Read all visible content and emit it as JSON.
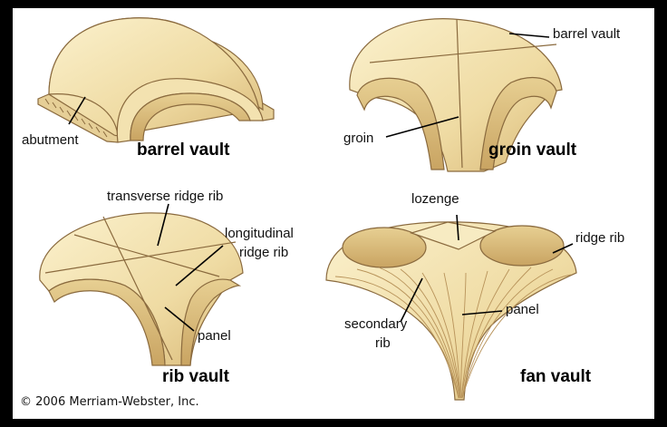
{
  "colors": {
    "frame": "#000000",
    "background": "#ffffff",
    "stone_light": "#f8ecc4",
    "stone_mid": "#ead59a",
    "stone_shadow": "#d2b070",
    "stone_outline": "#8a6a3e"
  },
  "barrel": {
    "title": "barrel vault",
    "labels": {
      "abutment": "abutment"
    }
  },
  "groin": {
    "title": "groin vault",
    "labels": {
      "barrel_vault": "barrel vault",
      "groin": "groin"
    }
  },
  "rib": {
    "title": "rib vault",
    "labels": {
      "transverse": "transverse ridge rib",
      "longitudinal_1": "longitudinal",
      "longitudinal_2": "ridge rib",
      "panel": "panel"
    }
  },
  "fan": {
    "title": "fan vault",
    "labels": {
      "lozenge": "lozenge",
      "ridge_rib": "ridge rib",
      "secondary_1": "secondary",
      "secondary_2": "rib",
      "panel": "panel"
    }
  },
  "copyright": "© 2006 Merriam-Webster, Inc."
}
